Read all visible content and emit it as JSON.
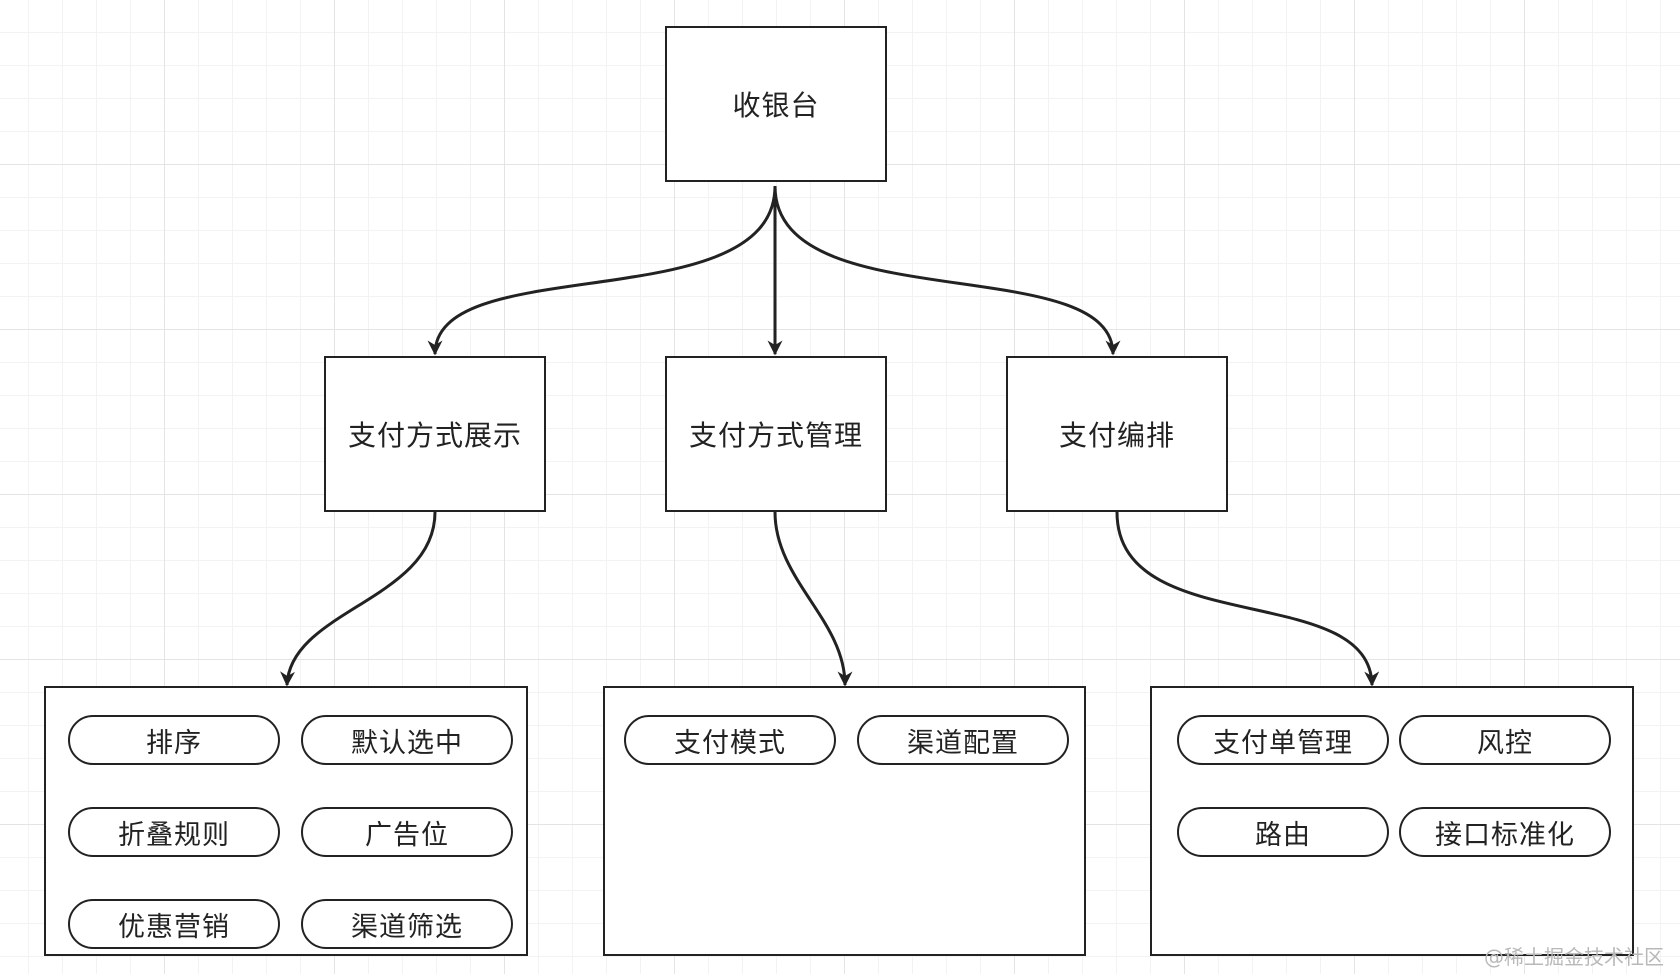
{
  "root": {
    "label": "收银台"
  },
  "categories": [
    {
      "label": "支付方式展示"
    },
    {
      "label": "支付方式管理"
    },
    {
      "label": "支付编排"
    }
  ],
  "groups": [
    {
      "items": [
        "排序",
        "默认选中",
        "折叠规则",
        "广告位",
        "优惠营销",
        "渠道筛选"
      ]
    },
    {
      "items": [
        "支付模式",
        "渠道配置"
      ]
    },
    {
      "items": [
        "支付单管理",
        "风控",
        "路由",
        "接口标准化"
      ]
    }
  ],
  "watermark": "@稀土掘金技术社区",
  "colors": {
    "line": "#222222",
    "grid_major": "#e4e4e4",
    "grid_minor": "#f3f3f3"
  }
}
